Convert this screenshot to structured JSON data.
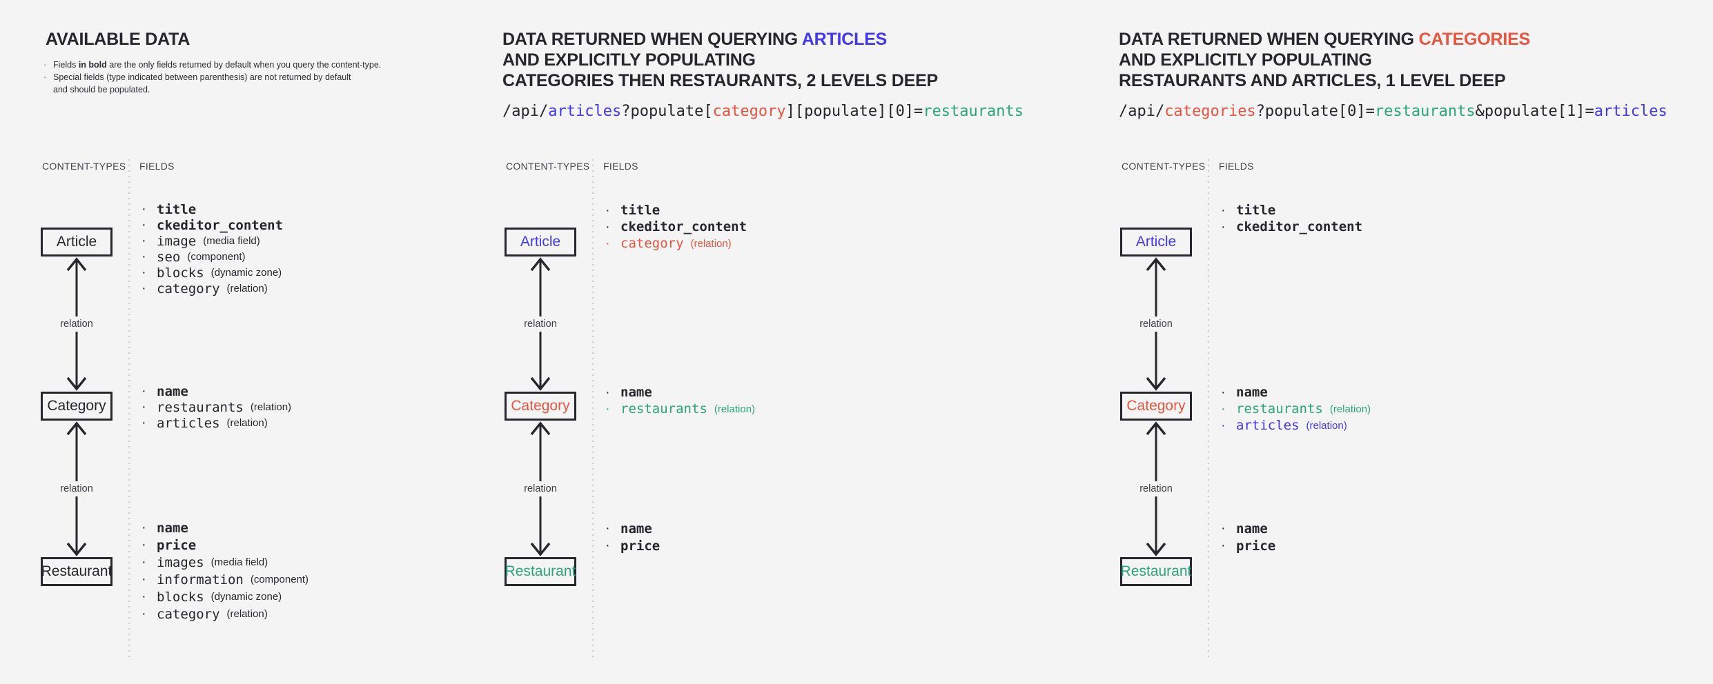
{
  "labels": {
    "content_types": "CONTENT-TYPES",
    "fields": "FIELDS",
    "relation": "relation",
    "bullet": "·"
  },
  "colors": {
    "background": "#f4f4f4",
    "dark": "#26262c",
    "blue": "#4237f0",
    "red": "#e8553e",
    "teal": "#2aa57c"
  },
  "sections": [
    {
      "name": "available-data",
      "title_lines": [
        [
          {
            "text": "AVAILABLE DATA",
            "color": "dark"
          }
        ]
      ],
      "notes": [
        {
          "lines": [
            [
              {
                "text": "Fields ",
                "bold": false
              },
              {
                "text": "in bold",
                "bold": true
              },
              {
                "text": " are the only fields returned by default when you query the content-type.",
                "bold": false
              }
            ]
          ]
        },
        {
          "lines": [
            [
              {
                "text": "Special fields (type indicated between parenthesis) are not returned by default",
                "bold": false
              }
            ],
            [
              {
                "text": "and should be populated.",
                "bold": false
              }
            ]
          ]
        }
      ],
      "api": null,
      "entities": [
        {
          "label": "Article",
          "color": "dark",
          "fields": [
            {
              "name": "title",
              "bold": true,
              "color": "dark",
              "type": null
            },
            {
              "name": "ckeditor_content",
              "bold": true,
              "color": "dark",
              "type": null
            },
            {
              "name": "image",
              "bold": false,
              "color": "dark",
              "type": "(media field)"
            },
            {
              "name": "seo",
              "bold": false,
              "color": "dark",
              "type": "(component)"
            },
            {
              "name": "blocks",
              "bold": false,
              "color": "dark",
              "type": "(dynamic zone)"
            },
            {
              "name": "category",
              "bold": false,
              "color": "dark",
              "type": "(relation)"
            }
          ]
        },
        {
          "label": "Category",
          "color": "dark",
          "fields": [
            {
              "name": "name",
              "bold": true,
              "color": "dark",
              "type": null
            },
            {
              "name": "restaurants",
              "bold": false,
              "color": "dark",
              "type": "(relation)"
            },
            {
              "name": "articles",
              "bold": false,
              "color": "dark",
              "type": "(relation)"
            }
          ]
        },
        {
          "label": "Restaurant",
          "color": "dark",
          "fields": [
            {
              "name": "name",
              "bold": true,
              "color": "dark",
              "type": null
            },
            {
              "name": "price",
              "bold": true,
              "color": "dark",
              "type": null
            },
            {
              "name": "images",
              "bold": false,
              "color": "dark",
              "type": "(media field)"
            },
            {
              "name": "information",
              "bold": false,
              "color": "dark",
              "type": "(component)"
            },
            {
              "name": "blocks",
              "bold": false,
              "color": "dark",
              "type": "(dynamic zone)"
            },
            {
              "name": "category",
              "bold": false,
              "color": "dark",
              "type": "(relation)"
            }
          ]
        }
      ]
    },
    {
      "name": "query-articles",
      "title_lines": [
        [
          {
            "text": "DATA RETURNED WHEN QUERYING ",
            "color": "dark"
          },
          {
            "text": "ARTICLES",
            "color": "blue"
          }
        ],
        [
          {
            "text": "AND EXPLICITLY POPULATING",
            "color": "dark"
          }
        ],
        [
          {
            "text": "CATEGORIES THEN RESTAURANTS, 2 LEVELS DEEP",
            "color": "dark"
          }
        ]
      ],
      "notes": null,
      "api": [
        {
          "text": "/api/",
          "color": "dark"
        },
        {
          "text": "articles",
          "color": "blue"
        },
        {
          "text": "?populate[",
          "color": "dark"
        },
        {
          "text": "category",
          "color": "red"
        },
        {
          "text": "][populate][0]=",
          "color": "dark"
        },
        {
          "text": "restaurants",
          "color": "teal"
        }
      ],
      "entities": [
        {
          "label": "Article",
          "color": "blue",
          "fields": [
            {
              "name": "title",
              "bold": true,
              "color": "dark",
              "type": null
            },
            {
              "name": "ckeditor_content",
              "bold": true,
              "color": "dark",
              "type": null
            },
            {
              "name": "category",
              "bold": false,
              "color": "red",
              "type": "(relation)"
            }
          ]
        },
        {
          "label": "Category",
          "color": "red",
          "fields": [
            {
              "name": "name",
              "bold": true,
              "color": "dark",
              "type": null
            },
            {
              "name": "restaurants",
              "bold": false,
              "color": "teal",
              "type": "(relation)"
            }
          ]
        },
        {
          "label": "Restaurant",
          "color": "teal",
          "fields": [
            {
              "name": "name",
              "bold": true,
              "color": "dark",
              "type": null
            },
            {
              "name": "price",
              "bold": true,
              "color": "dark",
              "type": null
            }
          ]
        }
      ]
    },
    {
      "name": "query-categories",
      "title_lines": [
        [
          {
            "text": "DATA RETURNED WHEN QUERYING ",
            "color": "dark"
          },
          {
            "text": "CATEGORIES",
            "color": "red"
          }
        ],
        [
          {
            "text": "AND EXPLICITLY POPULATING",
            "color": "dark"
          }
        ],
        [
          {
            "text": "RESTAURANTS AND ARTICLES, 1 LEVEL DEEP",
            "color": "dark"
          }
        ]
      ],
      "notes": null,
      "api": [
        {
          "text": "/api/",
          "color": "dark"
        },
        {
          "text": "categories",
          "color": "red"
        },
        {
          "text": "?populate[0]=",
          "color": "dark"
        },
        {
          "text": "restaurants",
          "color": "teal"
        },
        {
          "text": "&populate[1]=",
          "color": "dark"
        },
        {
          "text": "articles",
          "color": "blue"
        }
      ],
      "entities": [
        {
          "label": "Article",
          "color": "blue",
          "fields": [
            {
              "name": "title",
              "bold": true,
              "color": "dark",
              "type": null
            },
            {
              "name": "ckeditor_content",
              "bold": true,
              "color": "dark",
              "type": null
            }
          ]
        },
        {
          "label": "Category",
          "color": "red",
          "fields": [
            {
              "name": "name",
              "bold": true,
              "color": "dark",
              "type": null
            },
            {
              "name": "restaurants",
              "bold": false,
              "color": "teal",
              "type": "(relation)"
            },
            {
              "name": "articles",
              "bold": false,
              "color": "blue",
              "type": "(relation)"
            }
          ]
        },
        {
          "label": "Restaurant",
          "color": "teal",
          "fields": [
            {
              "name": "name",
              "bold": true,
              "color": "dark",
              "type": null
            },
            {
              "name": "price",
              "bold": true,
              "color": "dark",
              "type": null
            }
          ]
        }
      ]
    }
  ]
}
